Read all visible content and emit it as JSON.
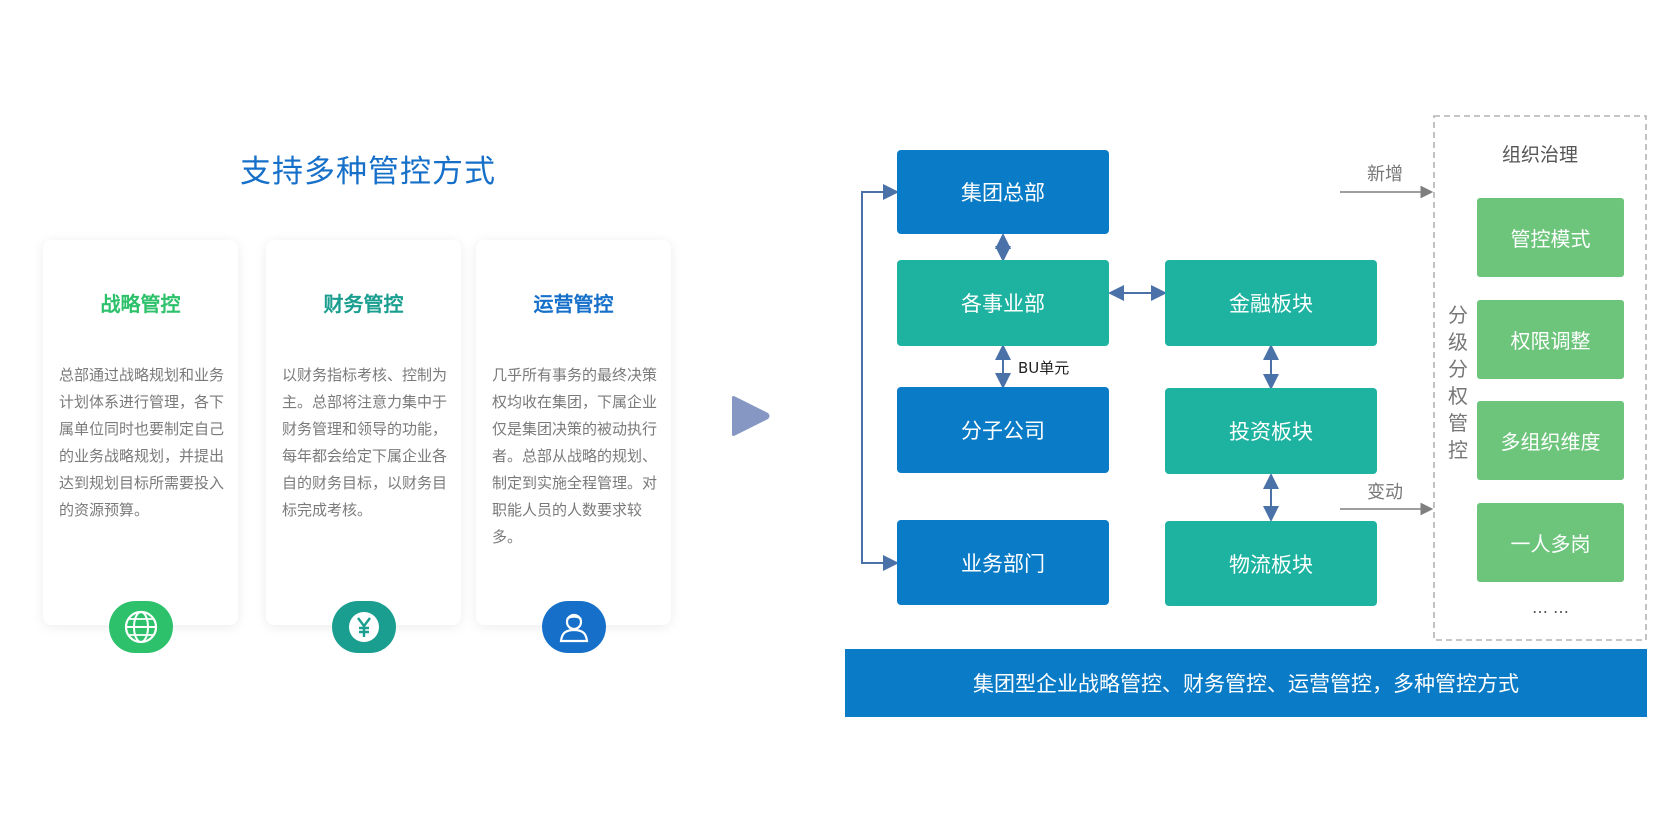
{
  "left": {
    "title": "支持多种管控方式",
    "cards": [
      {
        "title": "战略管控",
        "title_color": "#2cc16a",
        "text": "总部通过战略规划和业务计划体系进行管理，各下属单位同时也要制定自己的业务战略规划，并提出达到规划目标所需要投入的资源预算。",
        "icon": "globe-icon",
        "icon_color": "#2cc16a"
      },
      {
        "title": "财务管控",
        "title_color": "#1a9e8f",
        "text": "以财务指标考核、控制为主。总部将注意力集中于财务管理和领导的功能，每年都会给定下属企业各自的财务目标，以财务目标完成考核。",
        "icon": "yen-icon",
        "icon_color": "#1a9e8f"
      },
      {
        "title": "运营管控",
        "title_color": "#1670c9",
        "text": "几乎所有事务的最终决策权均收在集团，下属企业仅是集团决策的被动执行者。总部从战略的规划、制定到实施全程管理。对职能人员的人数要求较多。",
        "icon": "user-icon",
        "icon_color": "#1670c9"
      }
    ]
  },
  "diagram": {
    "nodes": {
      "hq": "集团总部",
      "business_units": "各事业部",
      "subsidiary": "分子公司",
      "department": "业务部门",
      "finance": "金融板块",
      "investment": "投资板块",
      "logistics": "物流板块"
    },
    "bu_label": "BU单元",
    "add_label": "新增",
    "change_label": "变动",
    "governance": {
      "title": "组织治理",
      "side_label": "分级分权管控",
      "items": [
        "管控模式",
        "权限调整",
        "多组织维度",
        "一人多岗"
      ],
      "ellipsis": "… …"
    },
    "banner": "集团型企业战略管控、财务管控、运营管控，多种管控方式"
  },
  "colors": {
    "blue": "#0a7bc6",
    "teal": "#1eb3a0",
    "green": "#6cc57b",
    "arrow": "#4a72a8"
  }
}
